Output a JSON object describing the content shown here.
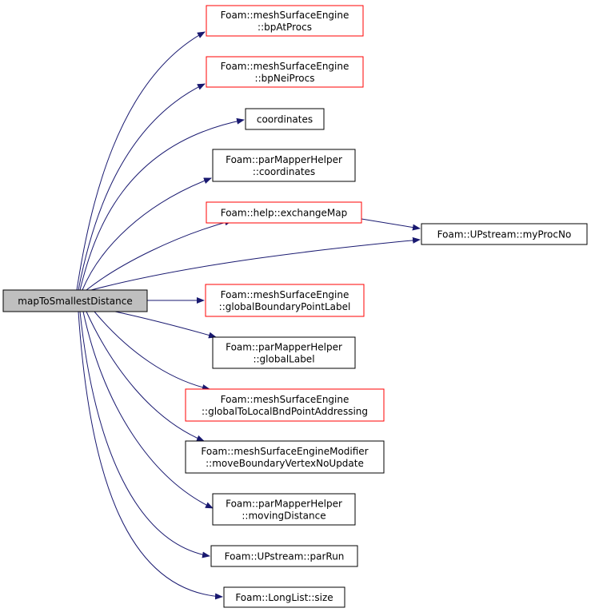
{
  "colors": {
    "edge": "#191970",
    "border_default": "#000000",
    "border_red": "#ff0000",
    "root_fill": "#bfbfbf",
    "node_fill": "#ffffff"
  },
  "nodes": [
    {
      "id": "root",
      "lines": [
        "mapToSmallestDistance"
      ],
      "style": "root"
    },
    {
      "id": "bpAtProcs",
      "lines": [
        "Foam::meshSurfaceEngine",
        "::bpAtProcs"
      ],
      "style": "red"
    },
    {
      "id": "bpNeiProcs",
      "lines": [
        "Foam::meshSurfaceEngine",
        "::bpNeiProcs"
      ],
      "style": "red"
    },
    {
      "id": "coordinates",
      "lines": [
        "coordinates"
      ],
      "style": "black"
    },
    {
      "id": "pmhCoordinates",
      "lines": [
        "Foam::parMapperHelper",
        "::coordinates"
      ],
      "style": "black"
    },
    {
      "id": "exchangeMap",
      "lines": [
        "Foam::help::exchangeMap"
      ],
      "style": "red"
    },
    {
      "id": "myProcNo",
      "lines": [
        "Foam::UPstream::myProcNo"
      ],
      "style": "black"
    },
    {
      "id": "globalBoundaryPointLabel",
      "lines": [
        "Foam::meshSurfaceEngine",
        "::globalBoundaryPointLabel"
      ],
      "style": "red"
    },
    {
      "id": "globalLabel",
      "lines": [
        "Foam::parMapperHelper",
        "::globalLabel"
      ],
      "style": "black"
    },
    {
      "id": "globalToLocal",
      "lines": [
        "Foam::meshSurfaceEngine",
        "::globalToLocalBndPointAddressing"
      ],
      "style": "red"
    },
    {
      "id": "moveBoundary",
      "lines": [
        "Foam::meshSurfaceEngineModifier",
        "::moveBoundaryVertexNoUpdate"
      ],
      "style": "black"
    },
    {
      "id": "movingDistance",
      "lines": [
        "Foam::parMapperHelper",
        "::movingDistance"
      ],
      "style": "black"
    },
    {
      "id": "parRun",
      "lines": [
        "Foam::UPstream::parRun"
      ],
      "style": "black"
    },
    {
      "id": "size",
      "lines": [
        "Foam::LongList::size"
      ],
      "style": "black"
    }
  ],
  "edges": [
    {
      "from": "root",
      "to": "bpAtProcs"
    },
    {
      "from": "root",
      "to": "bpNeiProcs"
    },
    {
      "from": "root",
      "to": "coordinates"
    },
    {
      "from": "root",
      "to": "pmhCoordinates"
    },
    {
      "from": "root",
      "to": "exchangeMap"
    },
    {
      "from": "root",
      "to": "myProcNo"
    },
    {
      "from": "exchangeMap",
      "to": "myProcNo"
    },
    {
      "from": "root",
      "to": "globalBoundaryPointLabel"
    },
    {
      "from": "root",
      "to": "globalLabel"
    },
    {
      "from": "root",
      "to": "globalToLocal"
    },
    {
      "from": "root",
      "to": "moveBoundary"
    },
    {
      "from": "root",
      "to": "movingDistance"
    },
    {
      "from": "root",
      "to": "parRun"
    },
    {
      "from": "root",
      "to": "size"
    }
  ]
}
